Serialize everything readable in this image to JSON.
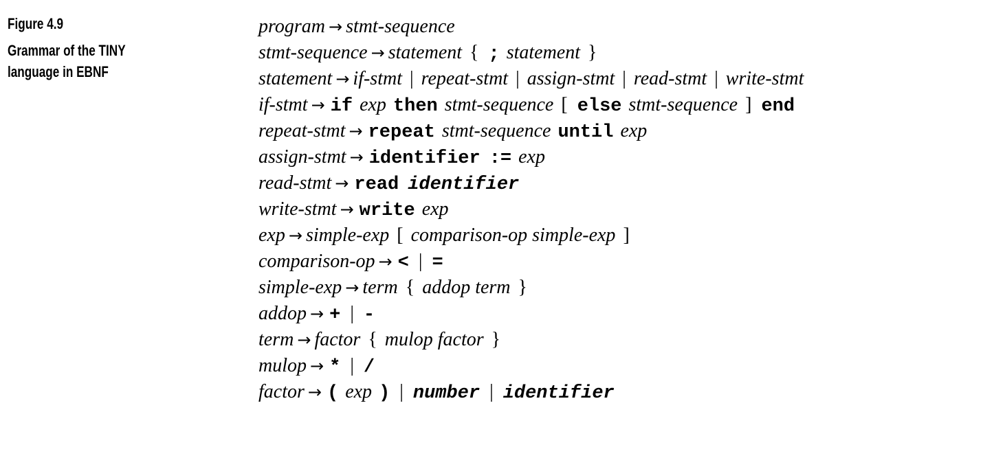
{
  "figure": {
    "label": "Figure 4.9",
    "caption_lines": [
      "Grammar of the TINY",
      "language in EBNF"
    ]
  },
  "symbols": {
    "arrow": "→",
    "bar": "|"
  },
  "grammar": {
    "rules": [
      {
        "lhs": "program",
        "rhs": [
          {
            "t": "nt",
            "v": "stmt-sequence"
          }
        ]
      },
      {
        "lhs": "stmt-sequence",
        "rhs": [
          {
            "t": "nt",
            "v": "statement"
          },
          {
            "t": "meta",
            "v": "{"
          },
          {
            "t": "tok",
            "v": ";"
          },
          {
            "t": "nt",
            "v": "statement"
          },
          {
            "t": "meta",
            "v": "}"
          }
        ]
      },
      {
        "lhs": "statement",
        "rhs": [
          {
            "t": "nt",
            "v": "if-stmt"
          },
          {
            "t": "bar",
            "v": "|"
          },
          {
            "t": "nt",
            "v": "repeat-stmt"
          },
          {
            "t": "bar",
            "v": "|"
          },
          {
            "t": "nt",
            "v": "assign-stmt"
          },
          {
            "t": "bar",
            "v": "|"
          },
          {
            "t": "nt",
            "v": "read-stmt"
          },
          {
            "t": "bar",
            "v": "|"
          },
          {
            "t": "nt",
            "v": "write-stmt"
          }
        ]
      },
      {
        "lhs": "if-stmt",
        "rhs": [
          {
            "t": "tok",
            "v": "if"
          },
          {
            "t": "nt",
            "v": "exp"
          },
          {
            "t": "tok",
            "v": "then"
          },
          {
            "t": "nt",
            "v": "stmt-sequence"
          },
          {
            "t": "meta",
            "v": "["
          },
          {
            "t": "tok",
            "v": "else"
          },
          {
            "t": "nt",
            "v": "stmt-sequence"
          },
          {
            "t": "meta",
            "v": "]"
          },
          {
            "t": "tok",
            "v": "end"
          }
        ]
      },
      {
        "lhs": "repeat-stmt",
        "rhs": [
          {
            "t": "tok",
            "v": "repeat"
          },
          {
            "t": "nt",
            "v": "stmt-sequence"
          },
          {
            "t": "tok",
            "v": "until"
          },
          {
            "t": "nt",
            "v": "exp"
          }
        ]
      },
      {
        "lhs": "assign-stmt",
        "rhs": [
          {
            "t": "tok",
            "v": "identifier"
          },
          {
            "t": "tok",
            "v": ":="
          },
          {
            "t": "nt",
            "v": "exp"
          }
        ]
      },
      {
        "lhs": "read-stmt",
        "rhs": [
          {
            "t": "tok",
            "v": "read"
          },
          {
            "t": "tokit",
            "v": "identifier"
          }
        ]
      },
      {
        "lhs": "write-stmt",
        "rhs": [
          {
            "t": "tok",
            "v": "write"
          },
          {
            "t": "nt",
            "v": "exp"
          }
        ]
      },
      {
        "lhs": "exp",
        "rhs": [
          {
            "t": "nt",
            "v": "simple-exp"
          },
          {
            "t": "meta",
            "v": "["
          },
          {
            "t": "nt",
            "v": "comparison-op"
          },
          {
            "t": "nt",
            "v": "simple-exp"
          },
          {
            "t": "meta",
            "v": "]"
          }
        ]
      },
      {
        "lhs": "comparison-op",
        "rhs": [
          {
            "t": "tok",
            "v": "<"
          },
          {
            "t": "bar",
            "v": "|"
          },
          {
            "t": "tok",
            "v": "="
          }
        ]
      },
      {
        "lhs": "simple-exp",
        "rhs": [
          {
            "t": "nt",
            "v": "term"
          },
          {
            "t": "meta",
            "v": "{"
          },
          {
            "t": "nt",
            "v": "addop"
          },
          {
            "t": "nt",
            "v": "term"
          },
          {
            "t": "meta",
            "v": "}"
          }
        ]
      },
      {
        "lhs": "addop",
        "rhs": [
          {
            "t": "tok",
            "v": "+"
          },
          {
            "t": "bar",
            "v": "|"
          },
          {
            "t": "tok",
            "v": "-"
          }
        ]
      },
      {
        "lhs": "term",
        "rhs": [
          {
            "t": "nt",
            "v": "factor"
          },
          {
            "t": "meta",
            "v": "{"
          },
          {
            "t": "nt",
            "v": "mulop"
          },
          {
            "t": "nt",
            "v": "factor"
          },
          {
            "t": "meta",
            "v": "}"
          }
        ]
      },
      {
        "lhs": "mulop",
        "rhs": [
          {
            "t": "tok",
            "v": "*"
          },
          {
            "t": "bar",
            "v": "|"
          },
          {
            "t": "tok",
            "v": "/"
          }
        ]
      },
      {
        "lhs": "factor",
        "rhs": [
          {
            "t": "tok",
            "v": "("
          },
          {
            "t": "nt",
            "v": "exp"
          },
          {
            "t": "tok",
            "v": ")"
          },
          {
            "t": "bar",
            "v": "|"
          },
          {
            "t": "tokit",
            "v": "number"
          },
          {
            "t": "bar",
            "v": "|"
          },
          {
            "t": "tokit",
            "v": "identifier"
          }
        ]
      }
    ]
  }
}
